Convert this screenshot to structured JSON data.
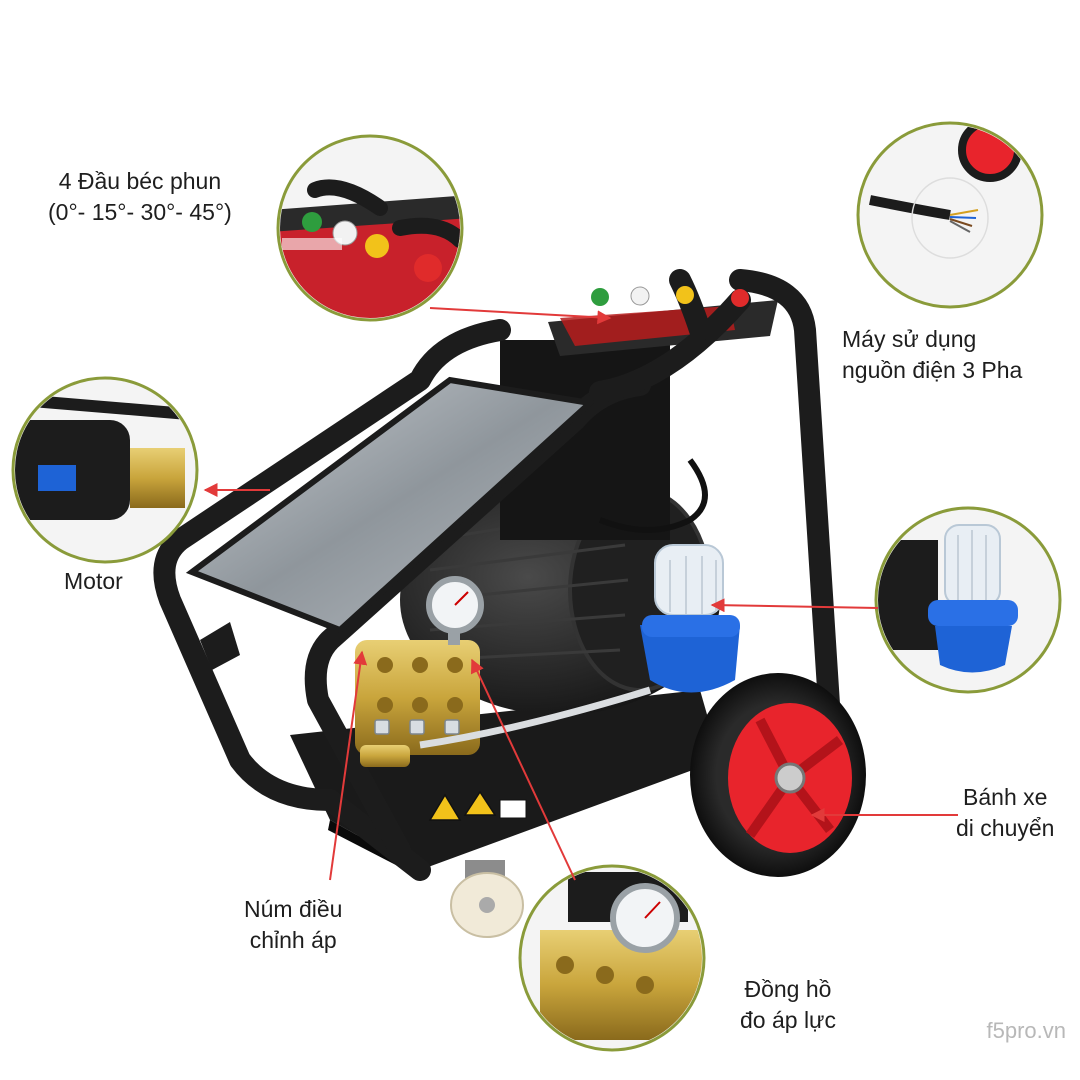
{
  "callouts": {
    "nozzles": [
      "4 Đầu béc phun",
      "(0°- 15°- 30°- 45°)"
    ],
    "power": [
      "Máy sử dụng",
      "nguồn điện 3 Pha"
    ],
    "motor": [
      "Motor"
    ],
    "wheel": [
      "Bánh xe",
      "di chuyển"
    ],
    "pressure_knob": [
      "Núm điều",
      "chỉnh áp"
    ],
    "gauge": [
      "Đồng hồ",
      "đo áp lực"
    ]
  },
  "watermark": "f5pro.vn",
  "colors": {
    "callout_ring": "#8a9b3a",
    "arrow": "#e23a3a",
    "frame": "#1c1c1c",
    "wheel_rim": "#e8242c",
    "brass": "#c9a53c",
    "filter_blue": "#1e63d6"
  },
  "icons": [
    "nozzle-tips",
    "power-cable",
    "motor",
    "wheel",
    "pressure-knob",
    "pressure-gauge"
  ]
}
